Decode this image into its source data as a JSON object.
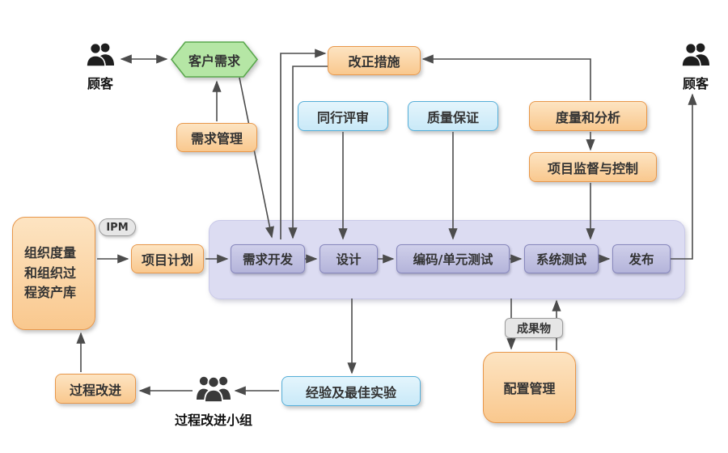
{
  "nodes": {
    "customer_left": "顾客",
    "customer_right": "顾客",
    "customer_requirements": "客户需求",
    "corrective_measures": "改正措施",
    "requirements_management": "需求管理",
    "peer_review": "同行评审",
    "quality_assurance": "质量保证",
    "measurement_analysis": "度量和分析",
    "project_monitoring_control": "项目监督与控制",
    "org_process_assets": "组织度量和组织过程资产库",
    "ipm": "IPM",
    "project_plan": "项目计划",
    "requirements_development": "需求开发",
    "design": "设计",
    "coding_unit_test": "编码/单元测试",
    "system_test": "系统测试",
    "release": "发布",
    "deliverables": "成果物",
    "configuration_management": "配置管理",
    "experience_best_practice": "经验及最佳实验",
    "process_improvement": "过程改进",
    "process_improvement_team": "过程改进小组"
  },
  "colors": {
    "orange_fill": "#f9c88e",
    "orange_fill_light": "#fde4c2",
    "orange_border": "#e8974a",
    "blue_fill": "#c9e9f8",
    "blue_fill_light": "#e4f5fc",
    "blue_border": "#55aed8",
    "green_fill": "#b5e6a5",
    "green_border": "#5aa84d",
    "band_fill": "#dcdcf2",
    "band_border": "#c9c9e8",
    "stage_fill": "#b4b4da",
    "stage_fill_light": "#cfcfea",
    "stage_border": "#8888bd",
    "grey_fill": "#e6e6e6",
    "grey_border": "#9c9c9c",
    "line": "#4c4c4c",
    "text": "#333333"
  }
}
